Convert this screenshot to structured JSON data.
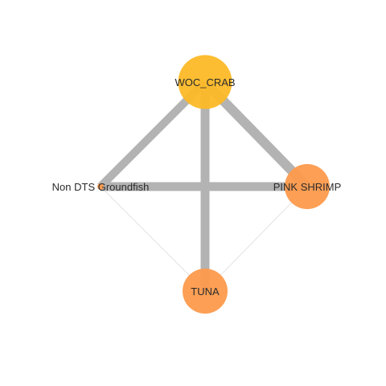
{
  "network": {
    "nodes": [
      {
        "id": "woc_crab",
        "label": "WOC_CRAB",
        "color": "#FDB927",
        "weight": 3
      },
      {
        "id": "pink_shrimp",
        "label": "PINK SHRIMP",
        "color": "#FD9A4C",
        "weight": 2.5
      },
      {
        "id": "non_dts",
        "label": "Non DTS Groundfish",
        "color": "#FD9A4C",
        "weight": 0.1
      },
      {
        "id": "tuna",
        "label": "TUNA",
        "color": "#FD9A4C",
        "weight": 2.5
      }
    ],
    "edges": [
      {
        "from": "woc_crab",
        "to": "pink_shrimp",
        "weight": 12
      },
      {
        "from": "woc_crab",
        "to": "non_dts",
        "weight": 10
      },
      {
        "from": "woc_crab",
        "to": "tuna",
        "weight": 11
      },
      {
        "from": "non_dts",
        "to": "pink_shrimp",
        "weight": 11
      },
      {
        "from": "non_dts",
        "to": "tuna",
        "weight": 0.5
      },
      {
        "from": "pink_shrimp",
        "to": "tuna",
        "weight": 0.5
      }
    ],
    "edge_color": "#B3B3B3"
  }
}
